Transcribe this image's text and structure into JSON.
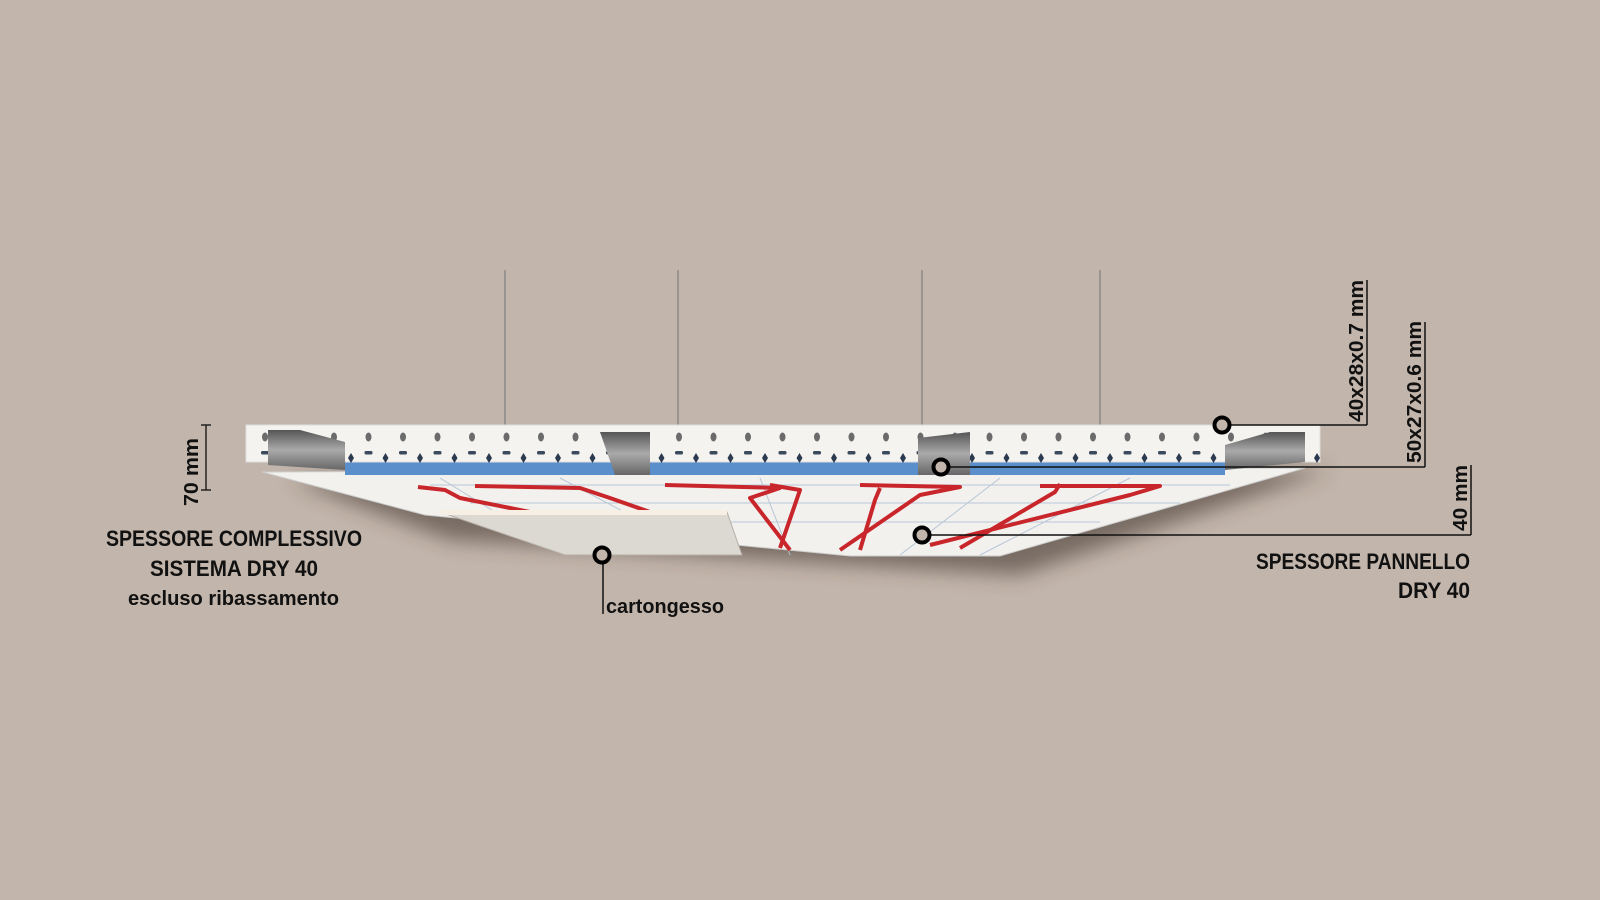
{
  "colors": {
    "background": "#c2b5ab",
    "insulation": "#5b8fcc",
    "pipe": "#c8262b",
    "panel": "#f2f1ee"
  },
  "left_label": {
    "dimension": "70 mm",
    "line1": "SPESSORE COMPLESSIVO",
    "line2_prefix": "SISTEMA ",
    "line2_bold": "DRY 40",
    "line3": "escluso ribassamento"
  },
  "callouts": {
    "profile_top": "40x28x0.7 mm",
    "profile_mid": "50x27x0.6 mm",
    "panel_thickness": "40 mm",
    "board": "cartongesso"
  },
  "right_label": {
    "line1": "SPESSORE PANNELLO",
    "line2": "DRY 40"
  }
}
